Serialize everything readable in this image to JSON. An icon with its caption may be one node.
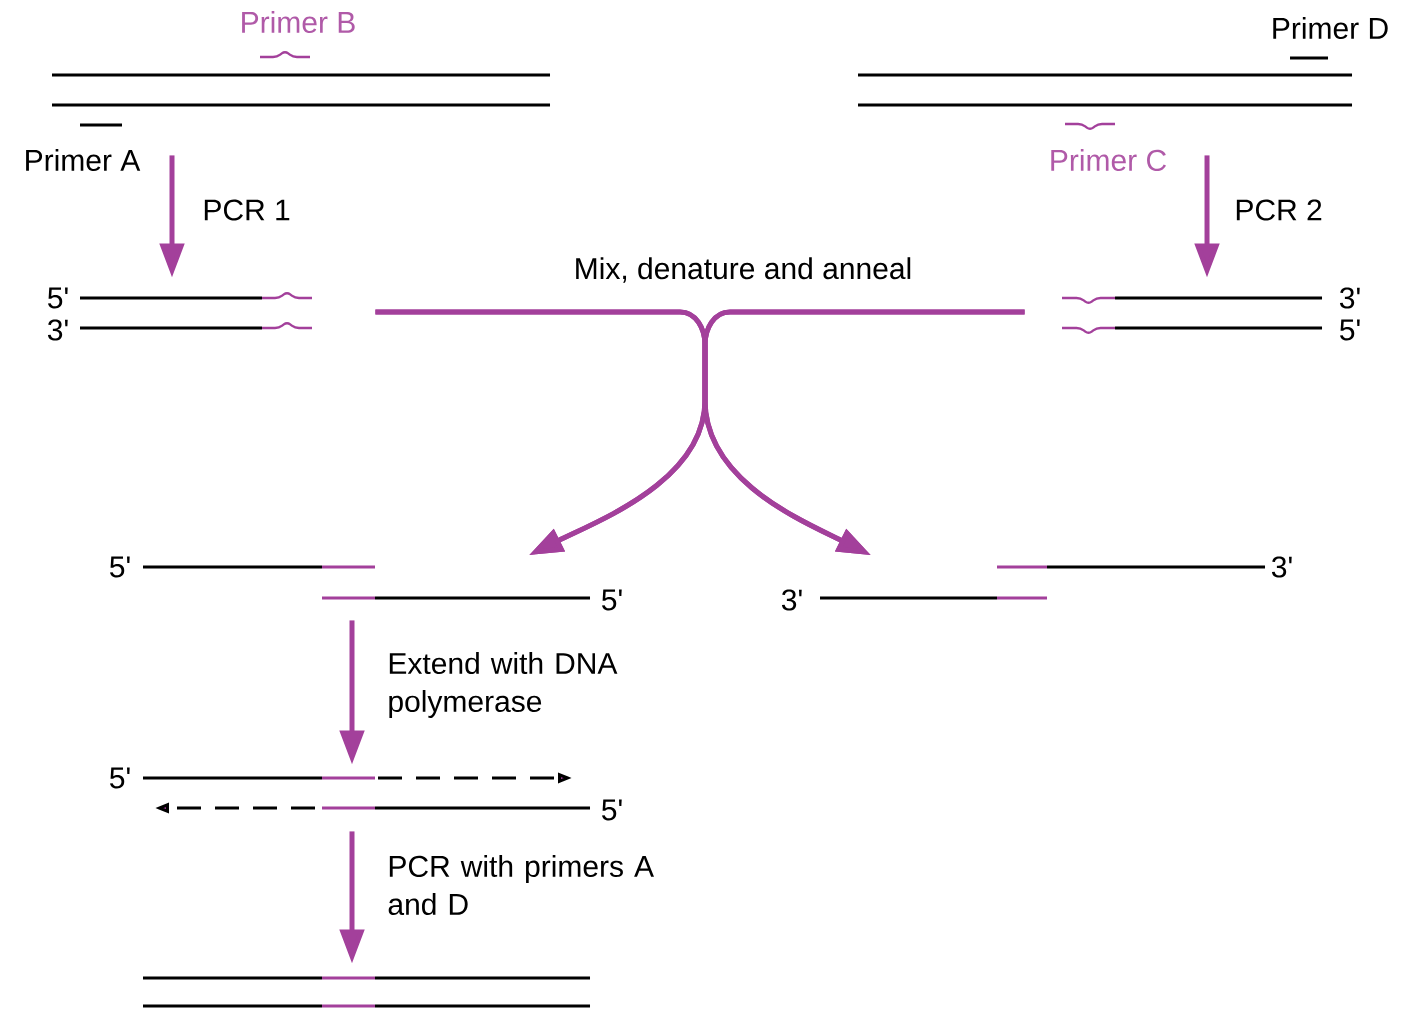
{
  "diagram": {
    "nodes": [
      {
        "text": [],
        "shape": "picture",
        "beside": [
          "Primer B",
          "Primer A"
        ]
      },
      {
        "text": [],
        "shape": "picture",
        "beside": [
          "Primer D",
          "Primer C"
        ]
      },
      {
        "text": [],
        "shape": "picture"
      },
      {
        "text": [],
        "shape": "picture"
      },
      {
        "text": [],
        "shape": "picture"
      },
      {
        "text": [],
        "shape": "picture"
      },
      {
        "text": [],
        "shape": "picture"
      },
      {
        "text": [],
        "shape": "picture"
      }
    ],
    "edges": [
      {
        "from": 0,
        "to": 2,
        "arrow": "to",
        "label": "PCR 1"
      },
      {
        "from": 1,
        "to": 3,
        "arrow": "to",
        "label": "PCR 2"
      },
      {
        "from": 2,
        "to": 4,
        "arrow": "to",
        "label": "Mix, denature and anneal"
      },
      {
        "from": 2,
        "to": 5,
        "arrow": "to"
      },
      {
        "from": 3,
        "to": 4,
        "arrow": "to"
      },
      {
        "from": 3,
        "to": 5,
        "arrow": "to"
      },
      {
        "from": 4,
        "to": 6,
        "arrow": "to",
        "label": "Extend with DNA polymerase"
      },
      {
        "from": 6,
        "to": 7,
        "arrow": "to",
        "label": "PCR with primers A and D"
      }
    ],
    "labels": [
      "5'",
      "3'",
      "3'",
      "5'",
      "5'",
      "5'",
      "3'",
      "3'",
      "5'",
      "5'"
    ]
  }
}
